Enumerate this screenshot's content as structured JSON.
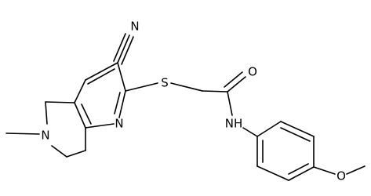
{
  "structure": {
    "atom_labels": {
      "nitrile_n": "N",
      "ring_n_pyridine": "N",
      "ring_n_piperidine": "N",
      "sulfur": "S",
      "carbonyl_o": "O",
      "amide_nh": "NH",
      "ether_o": "O"
    },
    "colors": {
      "bond": "#000000",
      "text": "#000000",
      "background": "#ffffff"
    }
  }
}
